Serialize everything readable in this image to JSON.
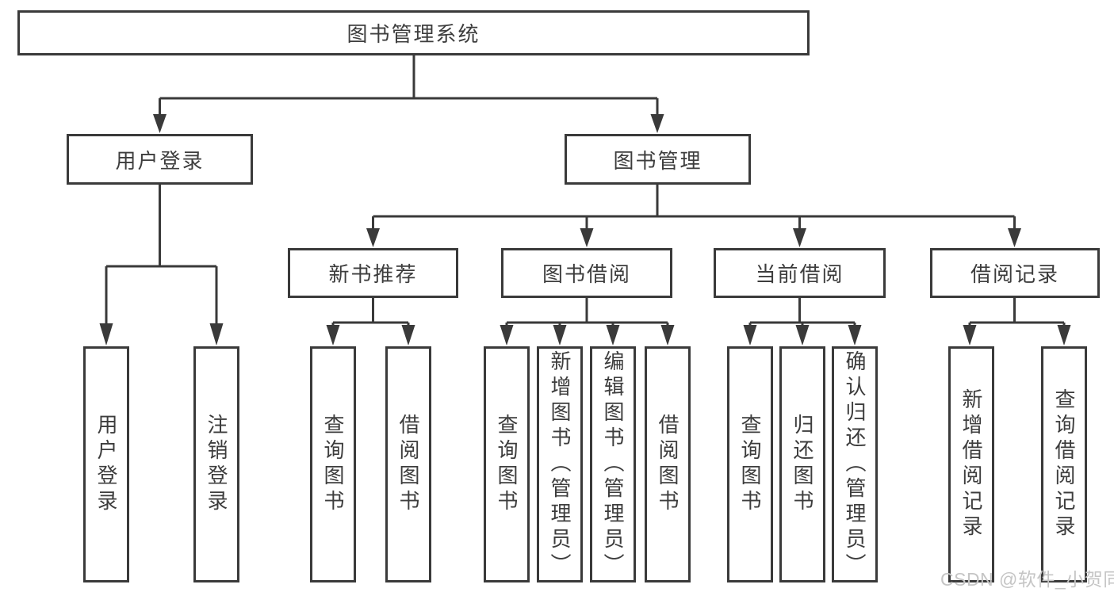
{
  "diagram": {
    "root": {
      "label": "图书管理系统"
    },
    "branches": [
      {
        "label": "用户登录",
        "children": [
          {
            "label": "用户登录"
          },
          {
            "label": "注销登录"
          }
        ]
      },
      {
        "label": "图书管理",
        "children": [
          {
            "label": "新书推荐",
            "children": [
              {
                "label": "查询图书"
              },
              {
                "label": "借阅图书"
              }
            ]
          },
          {
            "label": "图书借阅",
            "children": [
              {
                "label": "查询图书"
              },
              {
                "label": "新增图书（管理员）"
              },
              {
                "label": "编辑图书（管理员）"
              },
              {
                "label": "借阅图书"
              }
            ]
          },
          {
            "label": "当前借阅",
            "children": [
              {
                "label": "查询图书"
              },
              {
                "label": "归还图书"
              },
              {
                "label": "确认归还（管理员）"
              }
            ]
          },
          {
            "label": "借阅记录",
            "children": [
              {
                "label": "新增借阅记录"
              },
              {
                "label": "查询借阅记录"
              }
            ]
          }
        ]
      }
    ]
  },
  "watermark": {
    "text": "CSDN @软件_小贺同学"
  },
  "colors": {
    "line": "#3a3a3a",
    "text": "#3d3d3d",
    "background": "#ffffff",
    "watermark": "#c5c5c5"
  }
}
